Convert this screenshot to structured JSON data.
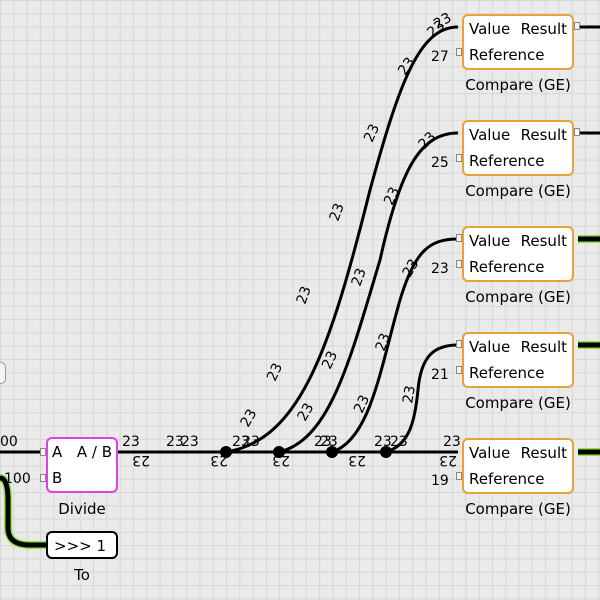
{
  "compare_blocks": [
    {
      "in_a": "Value",
      "out": "Result",
      "in_b": "Reference",
      "caption": "Compare (GE)",
      "ref_value": "27",
      "a_value": "23"
    },
    {
      "in_a": "Value",
      "out": "Result",
      "in_b": "Reference",
      "caption": "Compare (GE)",
      "ref_value": "25",
      "a_value": "23"
    },
    {
      "in_a": "Value",
      "out": "Result",
      "in_b": "Reference",
      "caption": "Compare (GE)",
      "ref_value": "23",
      "a_value": "23"
    },
    {
      "in_a": "Value",
      "out": "Result",
      "in_b": "Reference",
      "caption": "Compare (GE)",
      "ref_value": "21",
      "a_value": "23"
    },
    {
      "in_a": "Value",
      "out": "Result",
      "in_b": "Reference",
      "caption": "Compare (GE)",
      "ref_value": "19",
      "a_value": "23"
    }
  ],
  "divide_block": {
    "in_a": "A",
    "op": "A / B",
    "in_b": "B",
    "caption": "Divide",
    "in_a_value": "00",
    "in_b_value": "100",
    "out_value": "23"
  },
  "to_block": {
    "label": ">>> 1",
    "caption": "To"
  },
  "wire_value": "23",
  "colors": {
    "compare_border": "#e8a23a",
    "divide_border": "#e040e0",
    "active_wire": "#8ee53f"
  }
}
